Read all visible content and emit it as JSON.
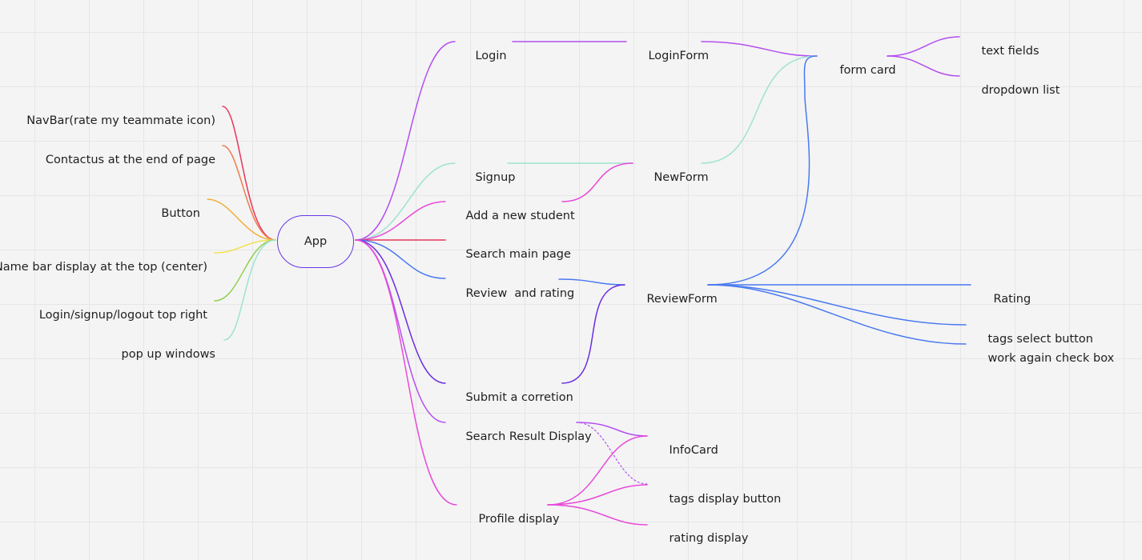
{
  "center": {
    "label": "App"
  },
  "left_nodes": {
    "navbar": "NavBar(rate my teammate icon)",
    "contactus": "Contactus at the end of page",
    "button": "Button",
    "namebar": "Name bar display at the top (center)",
    "login_signup": "Login/signup/logout top right",
    "popup": "pop up windows"
  },
  "right_nodes": {
    "login": "Login",
    "signup": "Signup",
    "add_student": "Add a new student",
    "search_main": "Search main page",
    "review_rating": "Review  and rating",
    "submit_correction": "Submit a corretion",
    "search_result": "Search Result Display",
    "profile_display": "Profile display"
  },
  "components": {
    "login_form": "LoginForm",
    "new_form": "NewForm",
    "review_form": "ReviewForm",
    "info_card": "InfoCard",
    "tags_display": "tags display button",
    "rating_display": "rating display",
    "form_card": "form card",
    "text_fields": "text fields",
    "dropdown_list": "dropdown list",
    "rating": "Rating",
    "tags_select": "tags select button",
    "work_again": "work again check box"
  },
  "colors": {
    "center_border": "#6a35e8",
    "red": "#e8365c",
    "orange": "#f07a4a",
    "yellow_orange": "#f2b13c",
    "yellow": "#f5e052",
    "green": "#8fd14f",
    "teal": "#9ee3d0",
    "purple": "#b44ef0",
    "magenta": "#e84ad9",
    "blue": "#4a7af0",
    "indigo": "#6a2ee0"
  }
}
